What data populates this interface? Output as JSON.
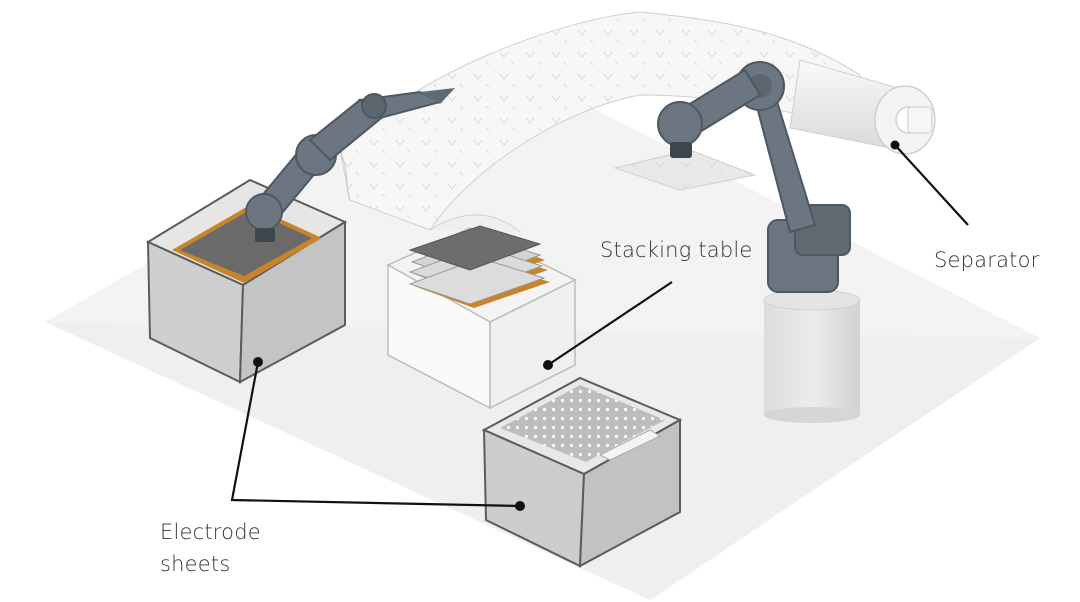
{
  "labels": {
    "stacking_table": "Stacking table",
    "separator": "Separator",
    "electrode_line1": "Electrode",
    "electrode_line2": "sheets"
  },
  "colors": {
    "robot_arm": "#6b7680",
    "robot_arm_dark": "#4e5861",
    "electrode_copper": "#c8842a",
    "electrode_gray": "#6a6a6a",
    "box_gray": "#cfcfcf",
    "platform": "#f2f2f2",
    "separator_film": "#eeeeee"
  }
}
